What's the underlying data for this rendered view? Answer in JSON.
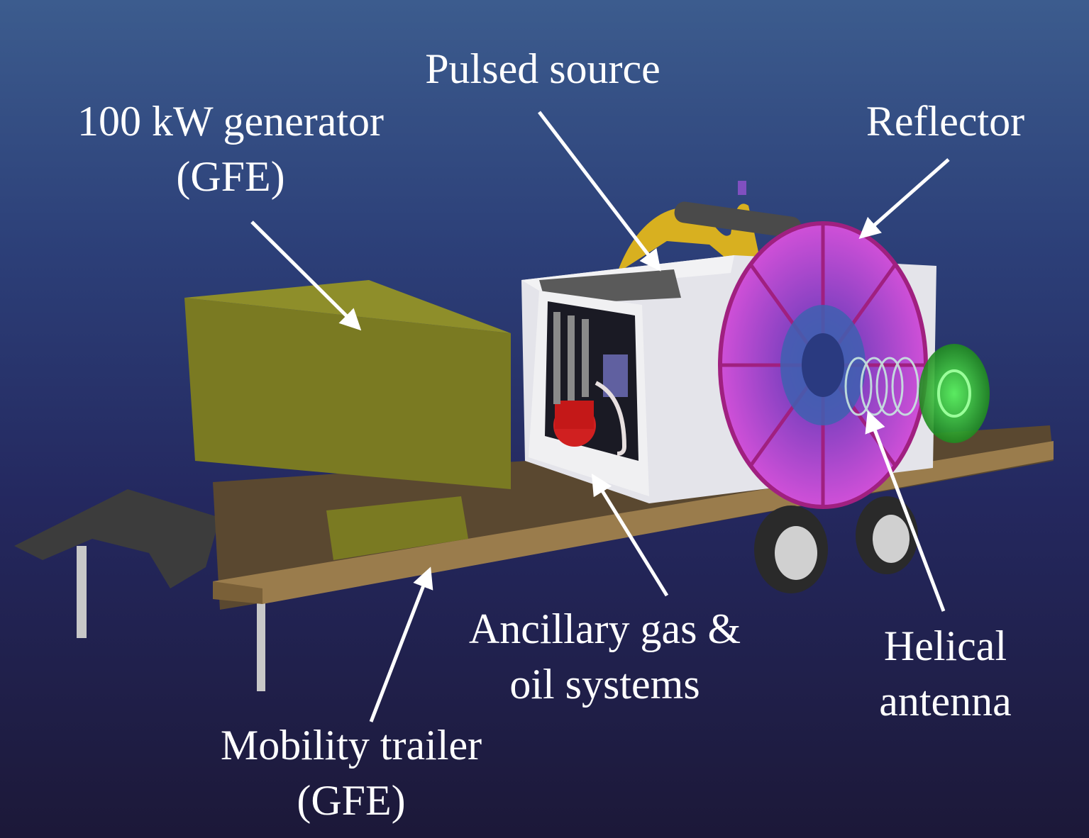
{
  "labels": {
    "generator": {
      "line1": "100 kW generator",
      "line2": "(GFE)"
    },
    "pulsed_source": {
      "line1": "Pulsed source"
    },
    "reflector": {
      "line1": "Reflector"
    },
    "ancillary": {
      "line1": "Ancillary gas &",
      "line2": "oil systems"
    },
    "helical": {
      "line1": "Helical",
      "line2": "antenna"
    },
    "trailer": {
      "line1": "Mobility trailer",
      "line2": "(GFE)"
    }
  },
  "colors": {
    "generator": "#7a7a22",
    "trailer_deck": "#8a7040",
    "enclosure": "#e6e6ea",
    "reflector": "#c040c8",
    "helix": "#40c040",
    "frame": "#d8b020",
    "arrow": "#ffffff"
  }
}
